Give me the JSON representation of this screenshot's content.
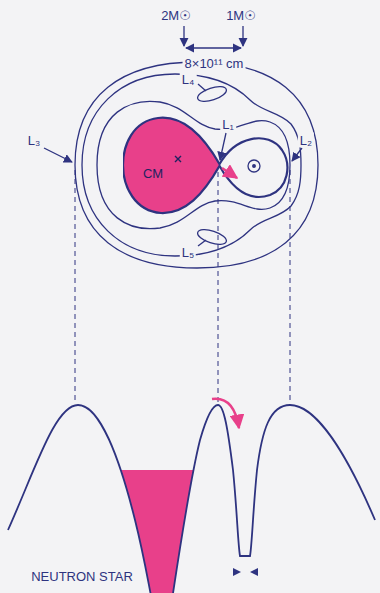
{
  "diagram": {
    "nodes": [
      {
        "text": [
          "CM"
        ]
      }
    ],
    "labels": [
      "2M☉",
      "1M☉",
      "8×10¹¹ cm",
      "L₁",
      "L₂",
      "L₃",
      "L₄",
      "L₅",
      "NEUTRON STAR"
    ]
  }
}
